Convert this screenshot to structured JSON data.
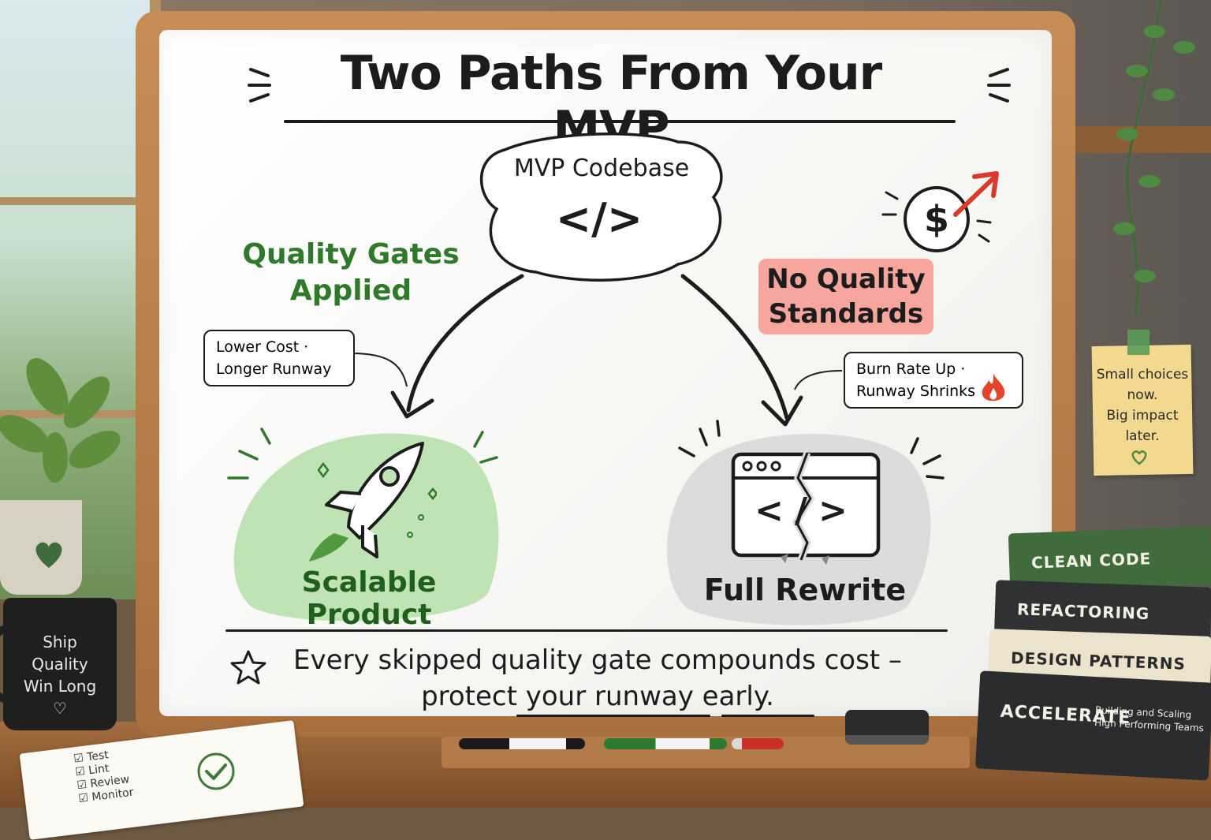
{
  "board": {
    "title": "Two Paths From Your MVP",
    "start": {
      "label": "MVP Codebase",
      "code": "</>"
    },
    "left_path": {
      "label": "Quality Gates Applied",
      "note": [
        "Lower Cost ·",
        "Longer Runway"
      ],
      "outcome": "Scalable Product"
    },
    "right_path": {
      "label": "No Quality Standards",
      "note": [
        "Burn Rate Up ·",
        "Runway Shrinks"
      ],
      "outcome": "Full Rewrite",
      "window_code": "</>"
    },
    "footer": {
      "line1": "Every skipped quality gate compounds cost –",
      "line2": "protect your runway early."
    }
  },
  "sticky_note": [
    "Small choices",
    "now.",
    "Big impact",
    "later."
  ],
  "mug": [
    "Ship",
    "Quality",
    "Win Long"
  ],
  "notepad": [
    "Test",
    "Lint",
    "Review",
    "Monitor"
  ],
  "books": [
    {
      "title": "CLEAN CODE",
      "color": "#3f6b3d"
    },
    {
      "title": "REFACTORING",
      "color": "#2f3132"
    },
    {
      "title": "DESIGN PATTERNS",
      "color": "#ece3cd"
    },
    {
      "title": "ACCELERATE",
      "subtitle": [
        "Building and Scaling",
        "High Performing Teams"
      ],
      "color": "#2a2c2e"
    }
  ],
  "colors": {
    "quality_green": "#2f7a2a",
    "success_blob": "#bfe3b4",
    "warning_red": "#f6a69d",
    "rewrite_blob": "#dcdcdc",
    "flame": "#e2452c",
    "arrow_red": "#d93a2b"
  },
  "icons": [
    "code-icon",
    "rocket-icon",
    "broken-window-icon",
    "dollar-icon",
    "trend-up-arrow-icon",
    "flame-icon",
    "star-icon",
    "heart-icon",
    "check-icon"
  ]
}
